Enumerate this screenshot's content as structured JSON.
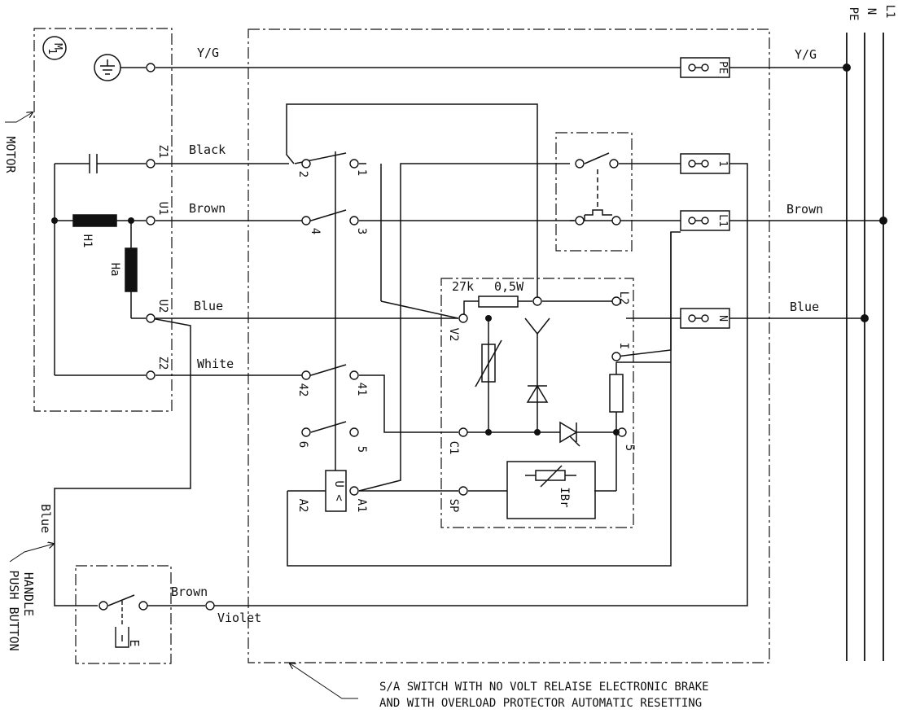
{
  "colors": {
    "line": "#111111",
    "background": "#ffffff"
  },
  "motor": {
    "label": "MOTOR",
    "symbol_top": "M",
    "symbol_bottom": "1",
    "terminals": {
      "z1": "Z1",
      "u1": "U1",
      "u2": "U2",
      "z2": "Z2"
    },
    "windings": {
      "h1": "H1",
      "ha": "Ha"
    },
    "icons": [
      "earth-icon",
      "capacitor-icon"
    ]
  },
  "wires": {
    "yg_left": "Y/G",
    "yg_right": "Y/G",
    "black": "Black",
    "brown_motor": "Brown",
    "blue_motor": "Blue",
    "white": "White",
    "brown_mains": "Brown",
    "blue_mains": "Blue",
    "blue_handle": "Blue",
    "brown_handle": "Brown",
    "violet": "Violet"
  },
  "mains": {
    "pe": "PE",
    "n": "N",
    "l1": "L1"
  },
  "terminal_block": {
    "pe": "PE",
    "t1": "1",
    "l1": "L1",
    "n": "N"
  },
  "switch_contacts": {
    "c2": "2",
    "c1": "1",
    "c4": "4",
    "c3": "3",
    "c42": "42",
    "c41": "41",
    "c6": "6",
    "c5": "5",
    "a2": "A2",
    "a1": "A1",
    "relay": "U <"
  },
  "brake_module": {
    "resistor": "27k",
    "power": "0,5W",
    "l2": "L2",
    "v2": "V2",
    "i": "I",
    "c1": "C1",
    "five": "5",
    "sp": "SP",
    "ibr": "IBr"
  },
  "handle": {
    "line1": "HANDLE",
    "line2": "PUSH BUTTON",
    "button": "E"
  },
  "note": {
    "line1": "S/A SWITCH WITH NO VOLT RELAISE ELECTRONIC BRAKE",
    "line2": "AND WITH OVERLOAD PROTECTOR AUTOMATIC RESETTING"
  }
}
